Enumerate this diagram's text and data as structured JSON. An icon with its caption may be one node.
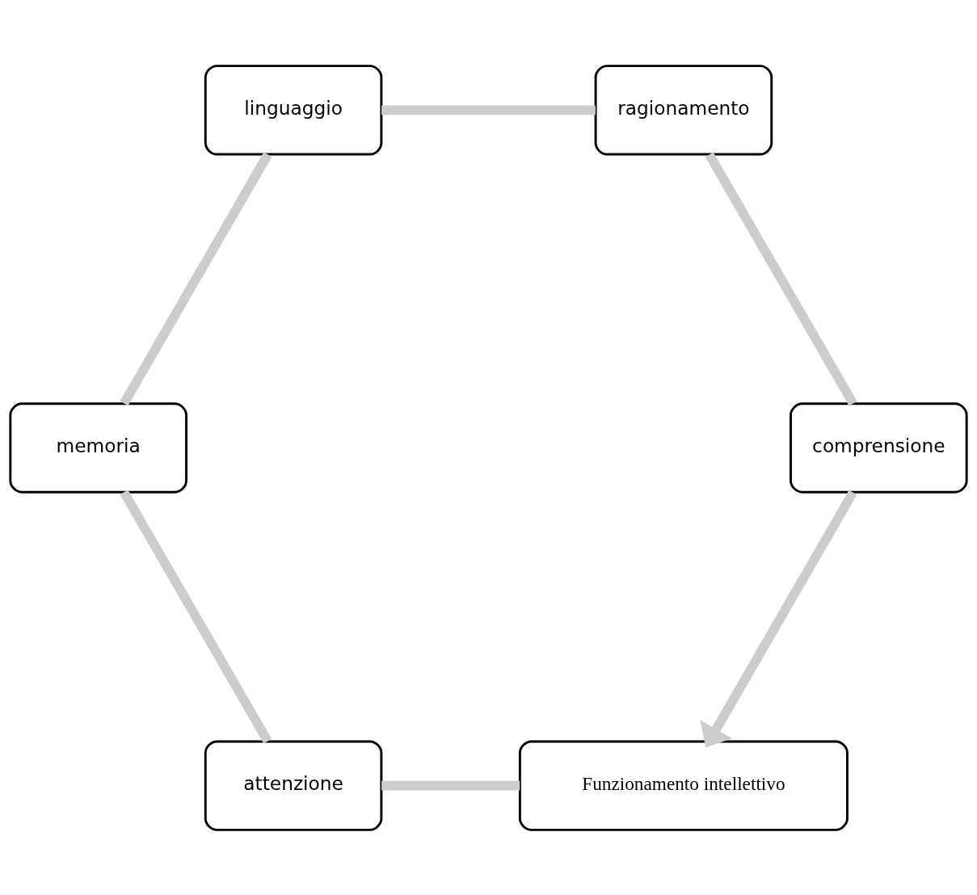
{
  "diagram": {
    "nodes": [
      {
        "text": [
          "Funzionamento intellettivo"
        ]
      },
      {
        "text": [
          "attenzione"
        ]
      },
      {
        "text": [
          "memoria"
        ]
      },
      {
        "text": [
          "linguaggio"
        ]
      },
      {
        "text": [
          "ragionamento"
        ]
      },
      {
        "text": [
          "comprensione"
        ]
      }
    ],
    "edges": [
      {
        "from": 0,
        "to": 1,
        "arrow": "none"
      },
      {
        "from": 1,
        "to": 2,
        "arrow": "none"
      },
      {
        "from": 2,
        "to": 3,
        "arrow": "none"
      },
      {
        "from": 3,
        "to": 4,
        "arrow": "none"
      },
      {
        "from": 4,
        "to": 5,
        "arrow": "none"
      },
      {
        "from": 5,
        "to": 0,
        "arrow": "to"
      }
    ]
  }
}
